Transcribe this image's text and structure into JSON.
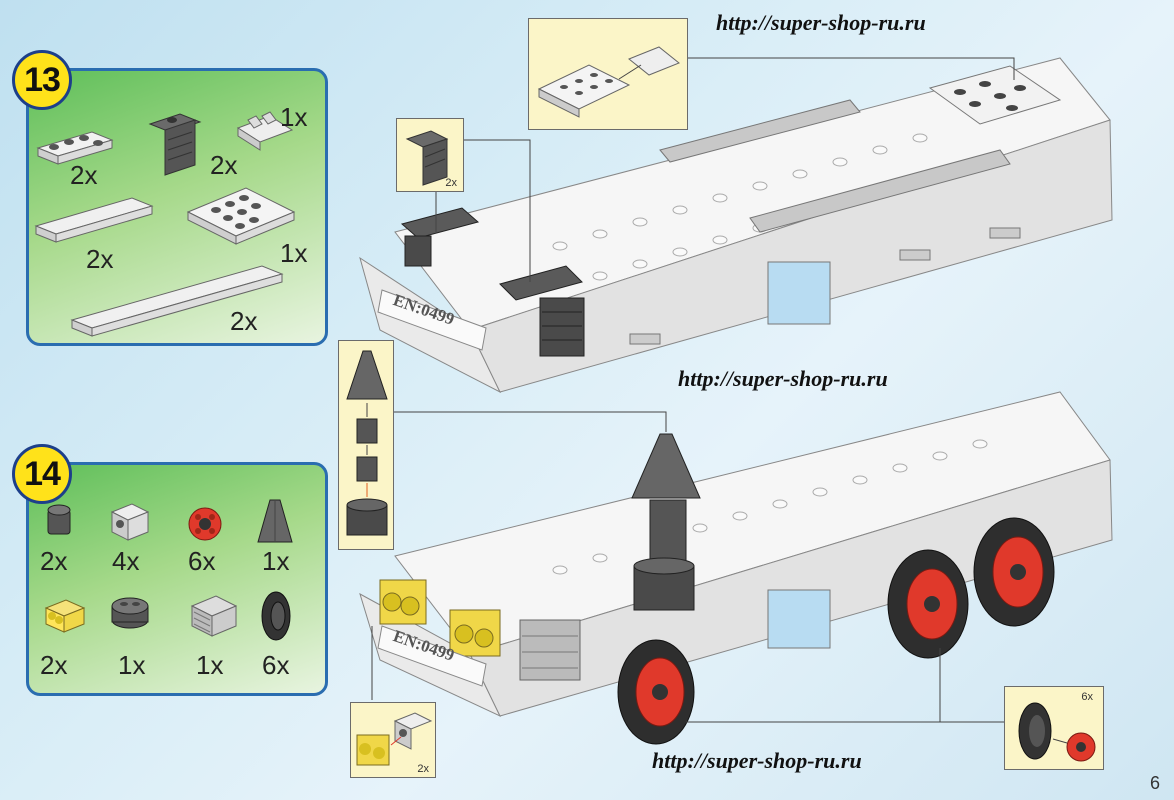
{
  "step13": {
    "number": "13",
    "quantities": [
      "2x",
      "2x",
      "1x",
      "2x",
      "1x",
      "2x"
    ]
  },
  "step14": {
    "number": "14",
    "quantities": [
      "2x",
      "4x",
      "6x",
      "1x",
      "2x",
      "1x",
      "1x",
      "6x"
    ]
  },
  "callouts": {
    "hinge_bracket_qty": "2x",
    "light_qty": "2x",
    "wheel_qty": "6x"
  },
  "watermarks": [
    "http://super-shop-ru.ru",
    "http://super-shop-ru.ru",
    "http://super-shop-ru.ru"
  ],
  "license_plate": "EN:0499",
  "page_number": "6",
  "colors": {
    "panel_border": "#2a6db0",
    "step_badge": "#ffe21a",
    "callout_bg": "#fbf5c8",
    "wheel_hub": "#e0392b"
  }
}
